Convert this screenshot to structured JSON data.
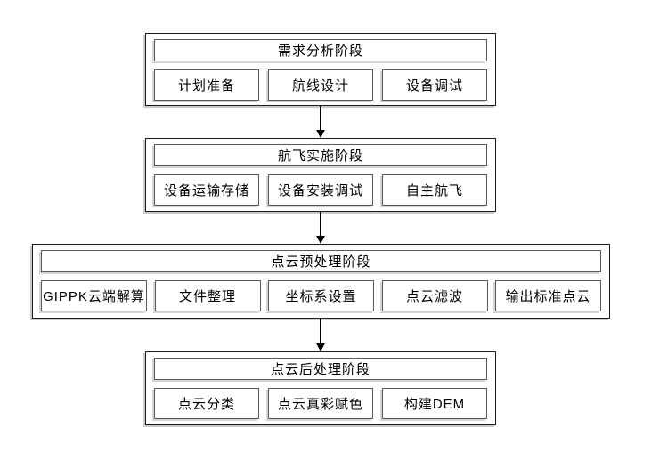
{
  "diagram": {
    "title": "point-cloud-workflow-flowchart",
    "colors": {
      "outer_border": "#1a1a1a",
      "inner_border": "#595959",
      "shadow": "#c9c9c9",
      "background": "#ffffff",
      "text": "#000000",
      "arrow": "#000000"
    },
    "stages": [
      {
        "title": "需求分析阶段",
        "steps": [
          "计划准备",
          "航线设计",
          "设备调试"
        ]
      },
      {
        "title": "航飞实施阶段",
        "steps": [
          "设备运输存储",
          "设备安装调试",
          "自主航飞"
        ]
      },
      {
        "title": "点云预处理阶段",
        "steps": [
          "GIPPK云端解算",
          "文件整理",
          "坐标系设置",
          "点云滤波",
          "输出标准点云"
        ]
      },
      {
        "title": "点云后处理阶段",
        "steps": [
          "点云分类",
          "点云真彩赋色",
          "构建DEM"
        ]
      }
    ]
  }
}
